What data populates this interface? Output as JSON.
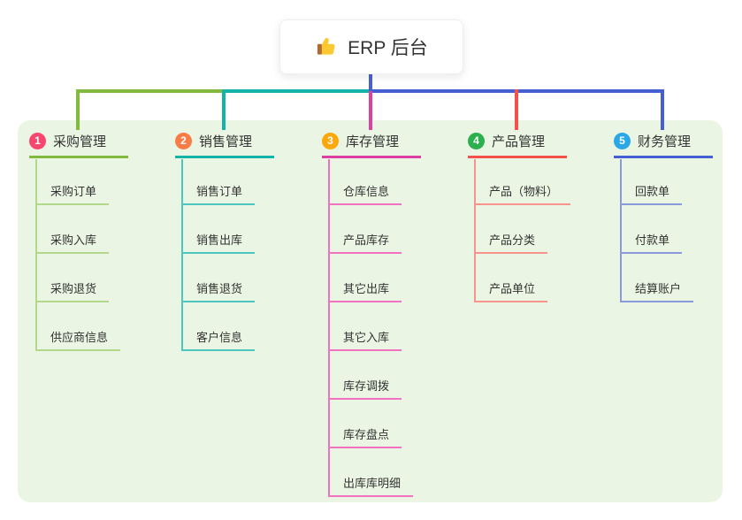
{
  "root": {
    "label": "ERP 后台",
    "icon": "thumbs-up-icon",
    "line_color": "#4a5fd3"
  },
  "canvas": {
    "background": "#ffffff",
    "panel_background": "#eaf6e3",
    "text_color": "#333333"
  },
  "branches": [
    {
      "number": "1",
      "label": "采购管理",
      "badge_color": "#f8476e",
      "line_color": "#82ba3e",
      "child_line_color": "#b4d88a",
      "children": [
        "采购订单",
        "采购入库",
        "采购退货",
        "供应商信息"
      ]
    },
    {
      "number": "2",
      "label": "销售管理",
      "badge_color": "#f87c45",
      "line_color": "#13b3aa",
      "child_line_color": "#4cc6be",
      "children": [
        "销售订单",
        "销售出库",
        "销售退货",
        "客户信息"
      ]
    },
    {
      "number": "3",
      "label": "库存管理",
      "badge_color": "#fba90a",
      "line_color": "#dd3fa2",
      "child_line_color": "#f173bf",
      "children": [
        "仓库信息",
        "产品库存",
        "其它出库",
        "其它入库",
        "库存调拨",
        "库存盘点",
        "出库库明细"
      ]
    },
    {
      "number": "4",
      "label": "产品管理",
      "badge_color": "#2bb04d",
      "line_color": "#f4514c",
      "child_line_color": "#f9938d",
      "children": [
        "产品（物料）",
        "产品分类",
        "产品单位"
      ]
    },
    {
      "number": "5",
      "label": "财务管理",
      "badge_color": "#29a7e6",
      "line_color": "#445fd1",
      "child_line_color": "#8a9bdd",
      "children": [
        "回款单",
        "付款单",
        "结算账户"
      ]
    }
  ]
}
